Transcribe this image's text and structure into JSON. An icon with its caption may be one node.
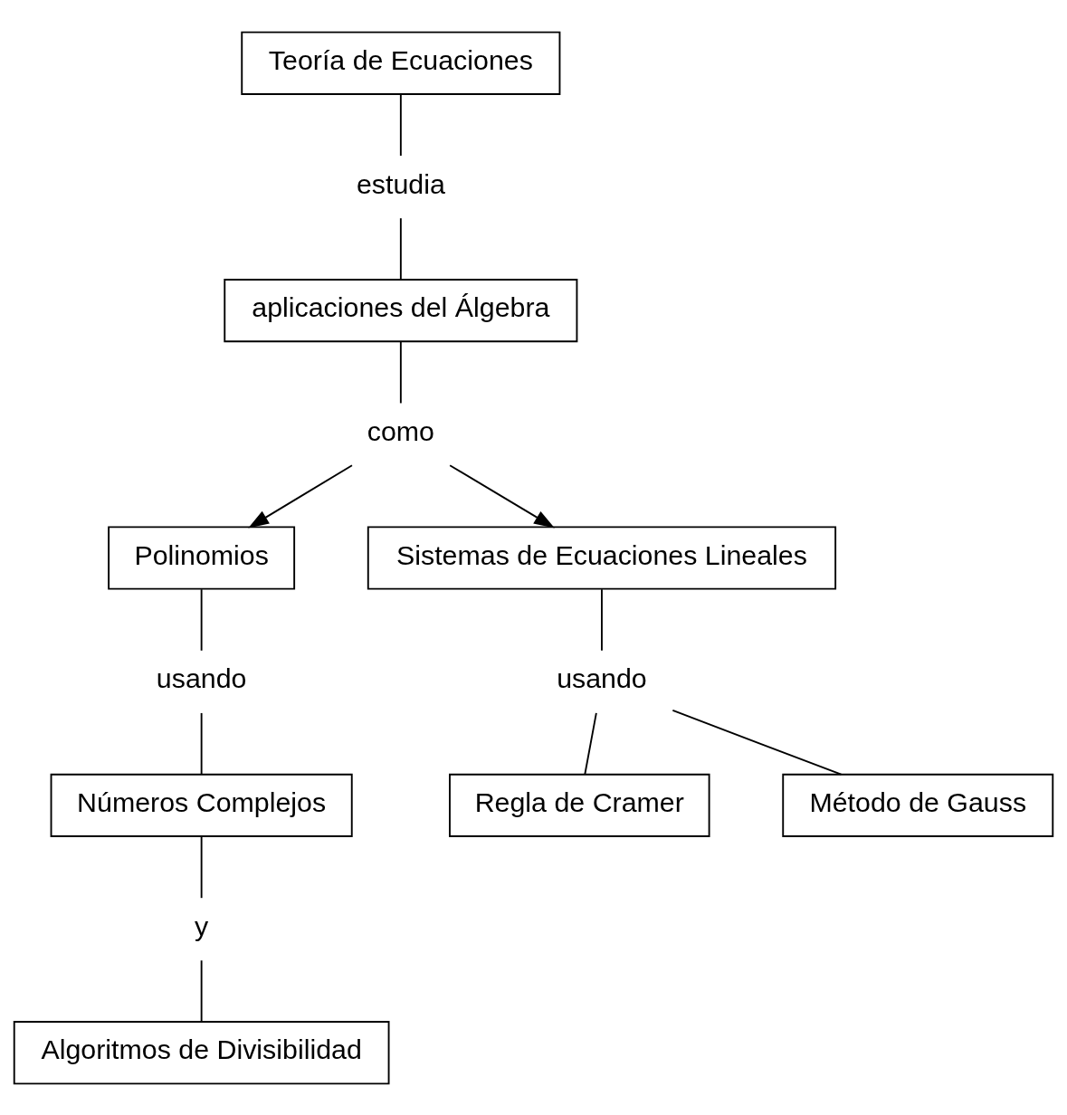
{
  "diagram": {
    "nodes": [
      {
        "text": [
          "Teoría de Ecuaciones"
        ]
      },
      {
        "text": [
          "estudia"
        ]
      },
      {
        "text": [
          "aplicaciones del Álgebra"
        ]
      },
      {
        "text": [
          "como"
        ]
      },
      {
        "text": [
          "Polinomios"
        ]
      },
      {
        "text": [
          "Sistemas de Ecuaciones Lineales"
        ]
      },
      {
        "text": [
          "usando"
        ]
      },
      {
        "text": [
          "usando"
        ]
      },
      {
        "text": [
          "Números Complejos"
        ]
      },
      {
        "text": [
          "Regla de Cramer"
        ]
      },
      {
        "text": [
          "y"
        ]
      },
      {
        "text": [
          "Método de Gauss"
        ]
      },
      {
        "text": [
          "Algoritmos de Divisibilidad"
        ]
      }
    ],
    "edges": [
      {
        "from": 0,
        "to": 1,
        "arrow": "none"
      },
      {
        "from": 1,
        "to": 2,
        "arrow": "none"
      },
      {
        "from": 2,
        "to": 3,
        "arrow": "none"
      },
      {
        "from": 3,
        "to": 4,
        "arrow": "to"
      },
      {
        "from": 3,
        "to": 5,
        "arrow": "to"
      },
      {
        "from": 4,
        "to": 6,
        "arrow": "none"
      },
      {
        "from": 6,
        "to": 8,
        "arrow": "none"
      },
      {
        "from": 5,
        "to": 7,
        "arrow": "none"
      },
      {
        "from": 7,
        "to": 9,
        "arrow": "none"
      },
      {
        "from": 7,
        "to": 11,
        "arrow": "none"
      },
      {
        "from": 8,
        "to": 10,
        "arrow": "none"
      },
      {
        "from": 10,
        "to": 12,
        "arrow": "none"
      }
    ]
  }
}
